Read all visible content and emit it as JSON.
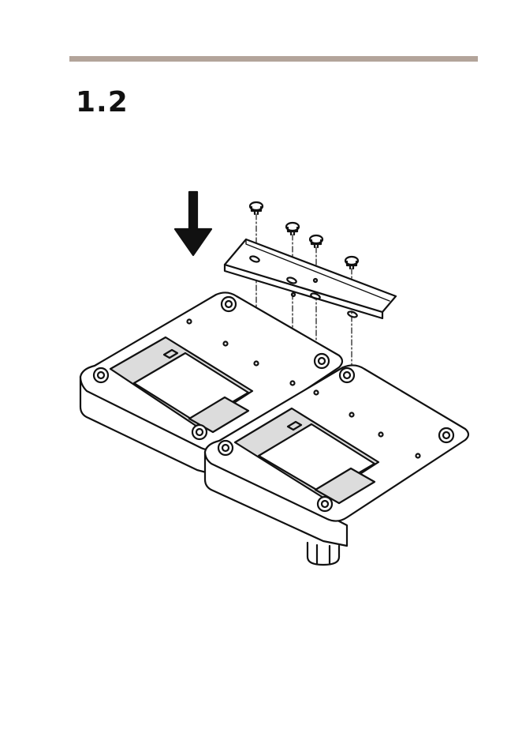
{
  "page": {
    "section_number": "1.2"
  },
  "style": {
    "rule_color": "#b3a49a",
    "line_color": "#111111",
    "shade_color": "#dcdcdc"
  },
  "illustration": {
    "screw_count": 4,
    "arrow_direction": "down"
  }
}
